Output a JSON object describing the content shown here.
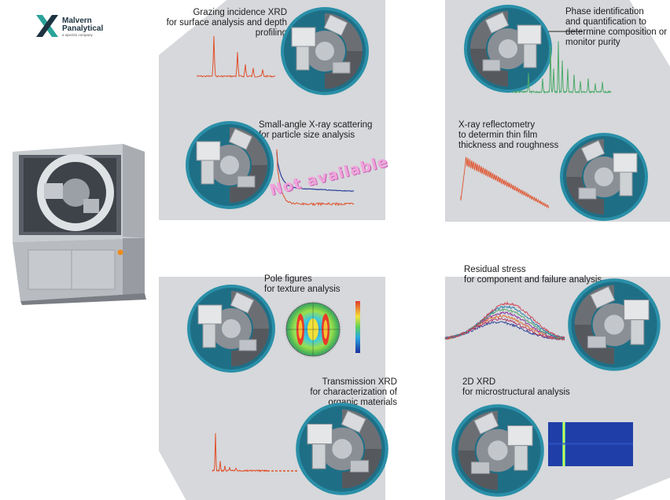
{
  "brand": {
    "name_line1": "Malvern",
    "name_line2": "Panalytical",
    "tagline": "a spectris company"
  },
  "applications": [
    {
      "id": "grazing",
      "title": "Grazing incidence XRD",
      "lines": [
        "for surface analysis and depth",
        "profiling"
      ]
    },
    {
      "id": "phase",
      "title": "Phase identification",
      "lines": [
        "and quantification to",
        "determine composition or",
        "monitor purity"
      ]
    },
    {
      "id": "saxs",
      "title": "Small-angle X-ray scattering",
      "lines": [
        "for particle size analysis"
      ]
    },
    {
      "id": "xrr",
      "title": "X-ray reflectometry",
      "lines": [
        "to determin thin film",
        "thickness and roughness"
      ]
    },
    {
      "id": "pole",
      "title": "Pole figures",
      "lines": [
        "for texture analysis"
      ]
    },
    {
      "id": "stress",
      "title": "Residual stress",
      "lines": [
        "for component and failure analysis"
      ]
    },
    {
      "id": "transmission",
      "title": "Transmission XRD",
      "lines": [
        "for characterization of",
        "organic materials"
      ]
    },
    {
      "id": "xrd2d",
      "title": "2D XRD",
      "lines": [
        "for microstructural analysis"
      ]
    }
  ],
  "watermark": "Not available",
  "colors": {
    "wedge": "#d6d8db",
    "trace_red": "#e0502a",
    "trace_green": "#4caa6a",
    "trace_blue": "#2b3f9a",
    "teal_ring": "#2a8fa8",
    "logo_teal": "#2aa39a"
  }
}
